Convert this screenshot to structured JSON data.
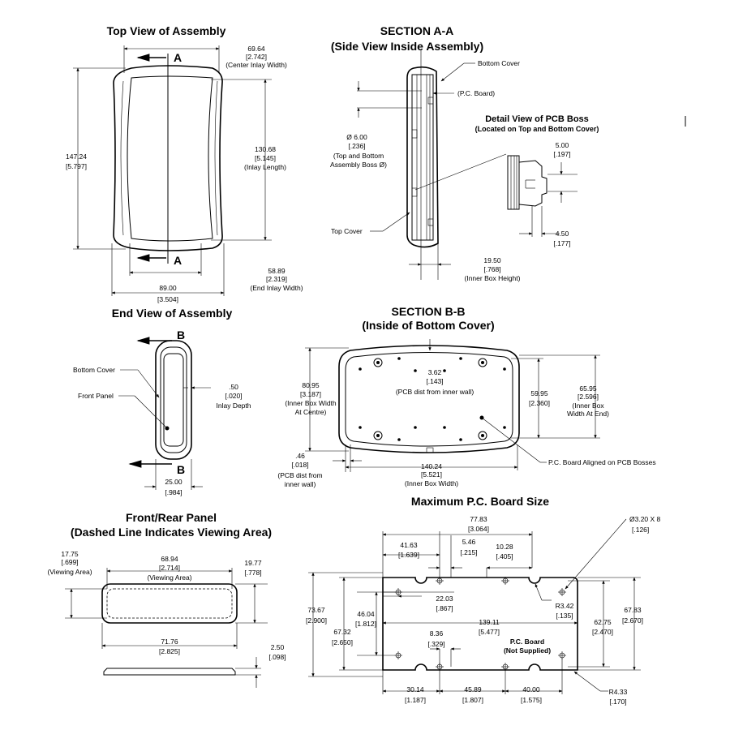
{
  "views": {
    "top_view": {
      "title": "Top View of Assembly",
      "section_mark": "A",
      "dims": {
        "center_inlay_mm": "69.64",
        "center_inlay_in": "[2.742]",
        "center_inlay_label": "(Center Inlay Width)",
        "overall_len_mm": "147.24",
        "overall_len_in": "[5.797]",
        "inlay_len_mm": "130.68",
        "inlay_len_in": "[5.145]",
        "inlay_len_label": "(Inlay Length)",
        "end_inlay_mm": "58.89",
        "end_inlay_in": "[2.319]",
        "end_inlay_label": "(End Inlay Width)",
        "width_mm": "89.00",
        "width_in": "[3.504]"
      }
    },
    "section_aa": {
      "title": "SECTION A-A",
      "subtitle": "(Side View Inside Assembly)",
      "bottom_cover": "Bottom Cover",
      "pc_board": "(P.C. Board)",
      "boss_mm": "Ø 6.00",
      "boss_in": "[.236]",
      "boss_label_1": "(Top and Bottom",
      "boss_label_2": "Assembly Boss Ø)",
      "top_cover": "Top Cover",
      "height_mm": "19.50",
      "height_in": "[.768]",
      "height_label": "(Inner Box Height)"
    },
    "detail_boss": {
      "title": "Detail View of PCB Boss",
      "subtitle": "(Located on Top and Bottom Cover)",
      "d1_mm": "5.00",
      "d1_in": "[.197]",
      "d2_mm": "4.50",
      "d2_in": "[.177]"
    },
    "end_view": {
      "title": "End View of Assembly",
      "section_mark": "B",
      "bottom_cover": "Bottom Cover",
      "front_panel": "Front Panel",
      "inlay_mm": ".50",
      "inlay_in": "[.020]",
      "inlay_label": "Inlay Depth",
      "width_mm": "25.00",
      "width_in": "[.984]"
    },
    "section_bb": {
      "title": "SECTION B-B",
      "subtitle": "(Inside of Bottom Cover)",
      "pcb_wall_mm": "3.62",
      "pcb_wall_in": "[.143]",
      "pcb_wall_label": "(PCB dist from inner wall)",
      "centre_mm": "80.95",
      "centre_in": "[3.187]",
      "centre_label_1": "(Inner Box Width",
      "centre_label_2": "At  Centre)",
      "w1_mm": "59.95",
      "w1_in": "[2.360]",
      "end_mm": "65.95",
      "end_in": "[2.596]",
      "end_label_1": "(Inner Box",
      "end_label_2": "Width At End)",
      "wall_mm": ".46",
      "wall_in": "[.018]",
      "wall_label_1": "(PCB dist from",
      "wall_label_2": "inner wall)",
      "len_mm": "140.24",
      "len_in": "[5.521]",
      "len_label": "(Inner Box Width)",
      "aligned_label": "P.C. Board Aligned on PCB Bosses"
    },
    "panel": {
      "title": "Front/Rear Panel",
      "subtitle": "(Dashed Line Indicates Viewing Area)",
      "h_mm": "17.75",
      "h_in": "[.699]",
      "h_label": "(Viewing Area)",
      "w_mm": "68.94",
      "w_in": "[2.714]",
      "w_label": "(Viewing Area)",
      "oh_mm": "19.77",
      "oh_in": "[.778]",
      "ow_mm": "71.76",
      "ow_in": "[2.825]",
      "t_mm": "2.50",
      "t_in": "[.098]"
    },
    "pcb": {
      "title": "Maximum P.C. Board Size",
      "holes_mm": "Ø3.20 X 8",
      "holes_in": "[.126]",
      "d_7783_mm": "77.83",
      "d_7783_in": "[3.064]",
      "d_4163_mm": "41.63",
      "d_4163_in": "[1.639]",
      "d_546_mm": "5.46",
      "d_546_in": "[.215]",
      "d_1028_mm": "10.28",
      "d_1028_in": "[.405]",
      "d_2203_mm": "22.03",
      "d_2203_in": "[.867]",
      "d_342_mm": "R3.42",
      "d_342_in": "[.135]",
      "d_7367_mm": "73.67",
      "d_7367_in": "[2.900]",
      "d_4604_mm": "46.04",
      "d_4604_in": "[1.812]",
      "d_6732_mm": "67.32",
      "d_6732_in": "[2.650]",
      "d_13911_mm": "139.11",
      "d_13911_in": "[5.477]",
      "d_6275_mm": "62.75",
      "d_6275_in": "[2.470]",
      "d_6783_mm": "67.83",
      "d_6783_in": "[2.670]",
      "d_836_mm": "8.36",
      "d_836_in": "[.329]",
      "board_label_1": "P.C. Board",
      "board_label_2": "(Not Supplied)",
      "d_3014_mm": "30.14",
      "d_3014_in": "[1.187]",
      "d_4589_mm": "45.89",
      "d_4589_in": "[1.807]",
      "d_4000_mm": "40.00",
      "d_4000_in": "[1.575]",
      "d_433_mm": "R4.33",
      "d_433_in": "[.170]"
    }
  }
}
